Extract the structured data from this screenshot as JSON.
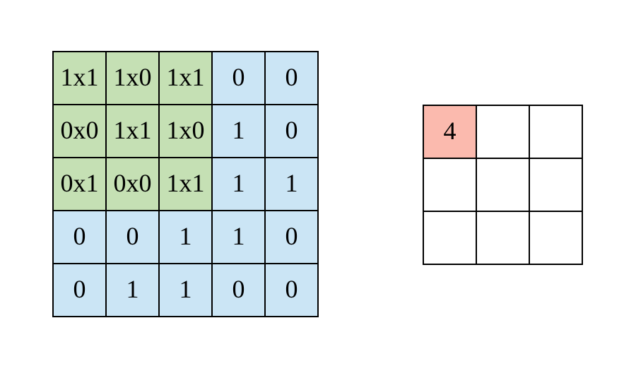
{
  "colors": {
    "background": "#ffffff",
    "grid_border": "#000000",
    "kernel_overlay_fill": "#c5e0b4",
    "input_cell_fill": "#cbe5f5",
    "output_highlight_fill": "#fbbaae",
    "output_cell_fill": "#ffffff",
    "text": "#000000"
  },
  "input_matrix": {
    "rows": 5,
    "cols": 5,
    "cells": [
      [
        "1x1",
        "1x0",
        "1x1",
        "0",
        "0"
      ],
      [
        "0x0",
        "1x1",
        "1x0",
        "1",
        "0"
      ],
      [
        "0x1",
        "0x0",
        "1x1",
        "1",
        "1"
      ],
      [
        "0",
        "0",
        "1",
        "1",
        "0"
      ],
      [
        "0",
        "1",
        "1",
        "0",
        "0"
      ]
    ],
    "kernel_region": {
      "row_start": 0,
      "row_end": 2,
      "col_start": 0,
      "col_end": 2
    }
  },
  "output_matrix": {
    "rows": 3,
    "cols": 3,
    "cells": [
      [
        "4",
        "",
        ""
      ],
      [
        "",
        "",
        ""
      ],
      [
        "",
        "",
        ""
      ]
    ],
    "highlighted_cell": {
      "row": 0,
      "col": 0
    }
  }
}
